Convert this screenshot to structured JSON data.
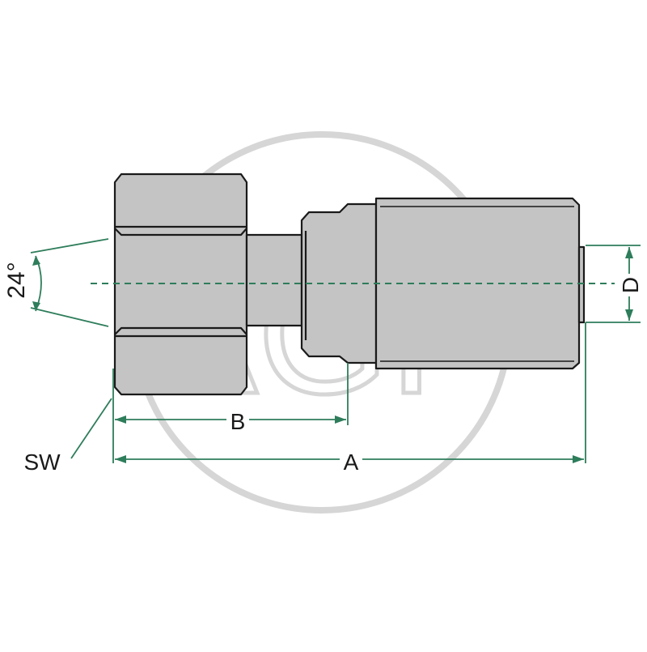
{
  "watermark": {
    "text": "AGP"
  },
  "labels": {
    "angle": "24°",
    "dim_a": "A",
    "dim_b": "B",
    "dim_d": "D",
    "wrench_size": "SW"
  },
  "colors": {
    "part_fill": "#c4c4c4",
    "outline": "#1a1a1a",
    "dimension": "#2e7d5b",
    "watermark": "#d6d6d6",
    "background": "#ffffff"
  }
}
